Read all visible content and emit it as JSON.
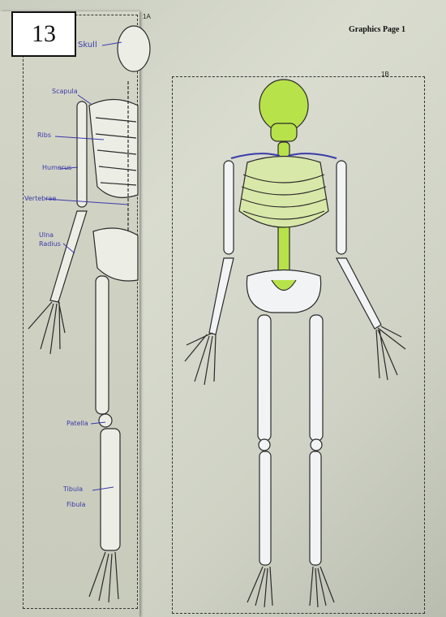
{
  "badge_number": "13",
  "page_title": "Graphics Page 1",
  "figure_a_tag": "1A",
  "figure_b_tag": "1B",
  "handwritten_labels": {
    "skull": "Skull",
    "scapula": "Scapula",
    "ribs": "Ribs",
    "humerus": "Humerus",
    "vertebrae": "Vertebrae",
    "ulna_radius_line1": "Ulna",
    "ulna_radius_line2": "Radius",
    "patella": "Patella",
    "tibia_line1": "Tibula",
    "tibia_line2": "Fibula"
  },
  "colors": {
    "highlight_green": "#b8e24a",
    "pen_blue": "#3b3aa8",
    "bone_outline": "#2a2a2a"
  }
}
